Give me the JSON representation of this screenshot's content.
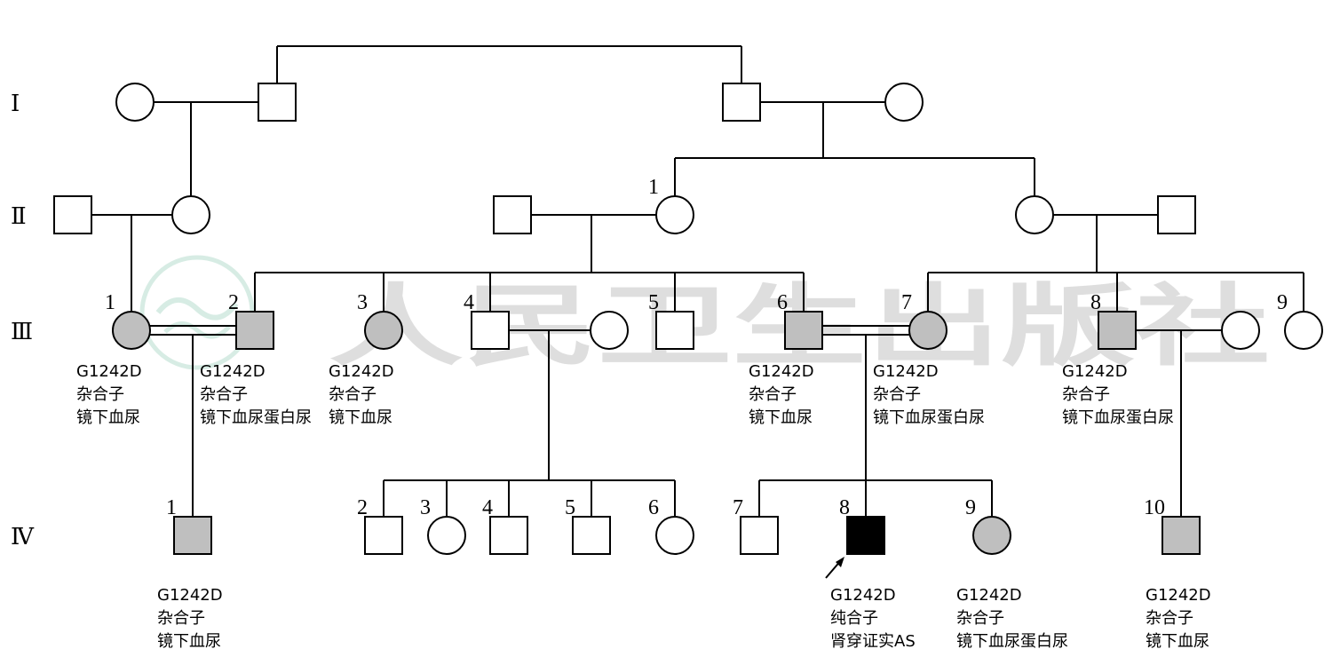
{
  "generations": [
    "Ⅰ",
    "Ⅱ",
    "Ⅲ",
    "Ⅳ"
  ],
  "watermark": "人民卫生出版社",
  "colors": {
    "unaffected": "#ffffff",
    "carrier": "#bfbfbf",
    "affected": "#000000",
    "watermark_logo": "#d7ece4"
  },
  "individuals": [
    {
      "id": "I-a",
      "gen": 1,
      "sex": "F",
      "status": "unaffected"
    },
    {
      "id": "I-b",
      "gen": 1,
      "sex": "M",
      "status": "unaffected"
    },
    {
      "id": "I-c",
      "gen": 1,
      "sex": "M",
      "status": "unaffected"
    },
    {
      "id": "I-d",
      "gen": 1,
      "sex": "F",
      "status": "unaffected"
    },
    {
      "id": "II-a",
      "gen": 2,
      "sex": "M",
      "status": "unaffected"
    },
    {
      "id": "II-b",
      "gen": 2,
      "sex": "F",
      "status": "unaffected"
    },
    {
      "id": "II-c",
      "gen": 2,
      "sex": "M",
      "status": "unaffected"
    },
    {
      "id": "II-1",
      "gen": 2,
      "sex": "F",
      "status": "unaffected",
      "number": "1"
    },
    {
      "id": "II-d",
      "gen": 2,
      "sex": "F",
      "status": "unaffected"
    },
    {
      "id": "II-e",
      "gen": 2,
      "sex": "M",
      "status": "unaffected"
    },
    {
      "id": "III-1",
      "gen": 3,
      "sex": "F",
      "status": "carrier",
      "number": "1",
      "label": [
        "G1242D",
        "杂合子",
        "镜下血尿"
      ]
    },
    {
      "id": "III-2",
      "gen": 3,
      "sex": "M",
      "status": "carrier",
      "number": "2",
      "label": [
        "G1242D",
        "杂合子",
        "镜下血尿蛋白尿"
      ]
    },
    {
      "id": "III-3",
      "gen": 3,
      "sex": "F",
      "status": "carrier",
      "number": "3",
      "label": [
        "G1242D",
        "杂合子",
        "镜下血尿"
      ]
    },
    {
      "id": "III-4",
      "gen": 3,
      "sex": "M",
      "status": "unaffected",
      "number": "4"
    },
    {
      "id": "III-4w",
      "gen": 3,
      "sex": "F",
      "status": "unaffected"
    },
    {
      "id": "III-5",
      "gen": 3,
      "sex": "M",
      "status": "unaffected",
      "number": "5"
    },
    {
      "id": "III-6",
      "gen": 3,
      "sex": "M",
      "status": "carrier",
      "number": "6",
      "label": [
        "G1242D",
        "杂合子",
        "镜下血尿"
      ]
    },
    {
      "id": "III-7",
      "gen": 3,
      "sex": "F",
      "status": "carrier",
      "number": "7",
      "label": [
        "G1242D",
        "杂合子",
        "镜下血尿蛋白尿"
      ]
    },
    {
      "id": "III-8",
      "gen": 3,
      "sex": "M",
      "status": "carrier",
      "number": "8",
      "label": [
        "G1242D",
        "杂合子",
        "镜下血尿蛋白尿"
      ]
    },
    {
      "id": "III-8w",
      "gen": 3,
      "sex": "F",
      "status": "unaffected"
    },
    {
      "id": "III-9",
      "gen": 3,
      "sex": "F",
      "status": "unaffected",
      "number": "9"
    },
    {
      "id": "IV-1",
      "gen": 4,
      "sex": "M",
      "status": "carrier",
      "number": "1",
      "label": [
        "G1242D",
        "杂合子",
        "镜下血尿"
      ]
    },
    {
      "id": "IV-2",
      "gen": 4,
      "sex": "M",
      "status": "unaffected",
      "number": "2"
    },
    {
      "id": "IV-3",
      "gen": 4,
      "sex": "F",
      "status": "unaffected",
      "number": "3"
    },
    {
      "id": "IV-4",
      "gen": 4,
      "sex": "M",
      "status": "unaffected",
      "number": "4"
    },
    {
      "id": "IV-5",
      "gen": 4,
      "sex": "M",
      "status": "unaffected",
      "number": "5"
    },
    {
      "id": "IV-6",
      "gen": 4,
      "sex": "F",
      "status": "unaffected",
      "number": "6"
    },
    {
      "id": "IV-7",
      "gen": 4,
      "sex": "M",
      "status": "unaffected",
      "number": "7"
    },
    {
      "id": "IV-8",
      "gen": 4,
      "sex": "M",
      "status": "affected",
      "number": "8",
      "proband": true,
      "label": [
        "G1242D",
        "纯合子",
        "肾穿证实AS"
      ]
    },
    {
      "id": "IV-9",
      "gen": 4,
      "sex": "F",
      "status": "carrier",
      "number": "9",
      "label": [
        "G1242D",
        "杂合子",
        "镜下血尿蛋白尿"
      ]
    },
    {
      "id": "IV-10",
      "gen": 4,
      "sex": "M",
      "status": "carrier",
      "number": "10",
      "label": [
        "G1242D",
        "杂合子",
        "镜下血尿"
      ]
    }
  ]
}
